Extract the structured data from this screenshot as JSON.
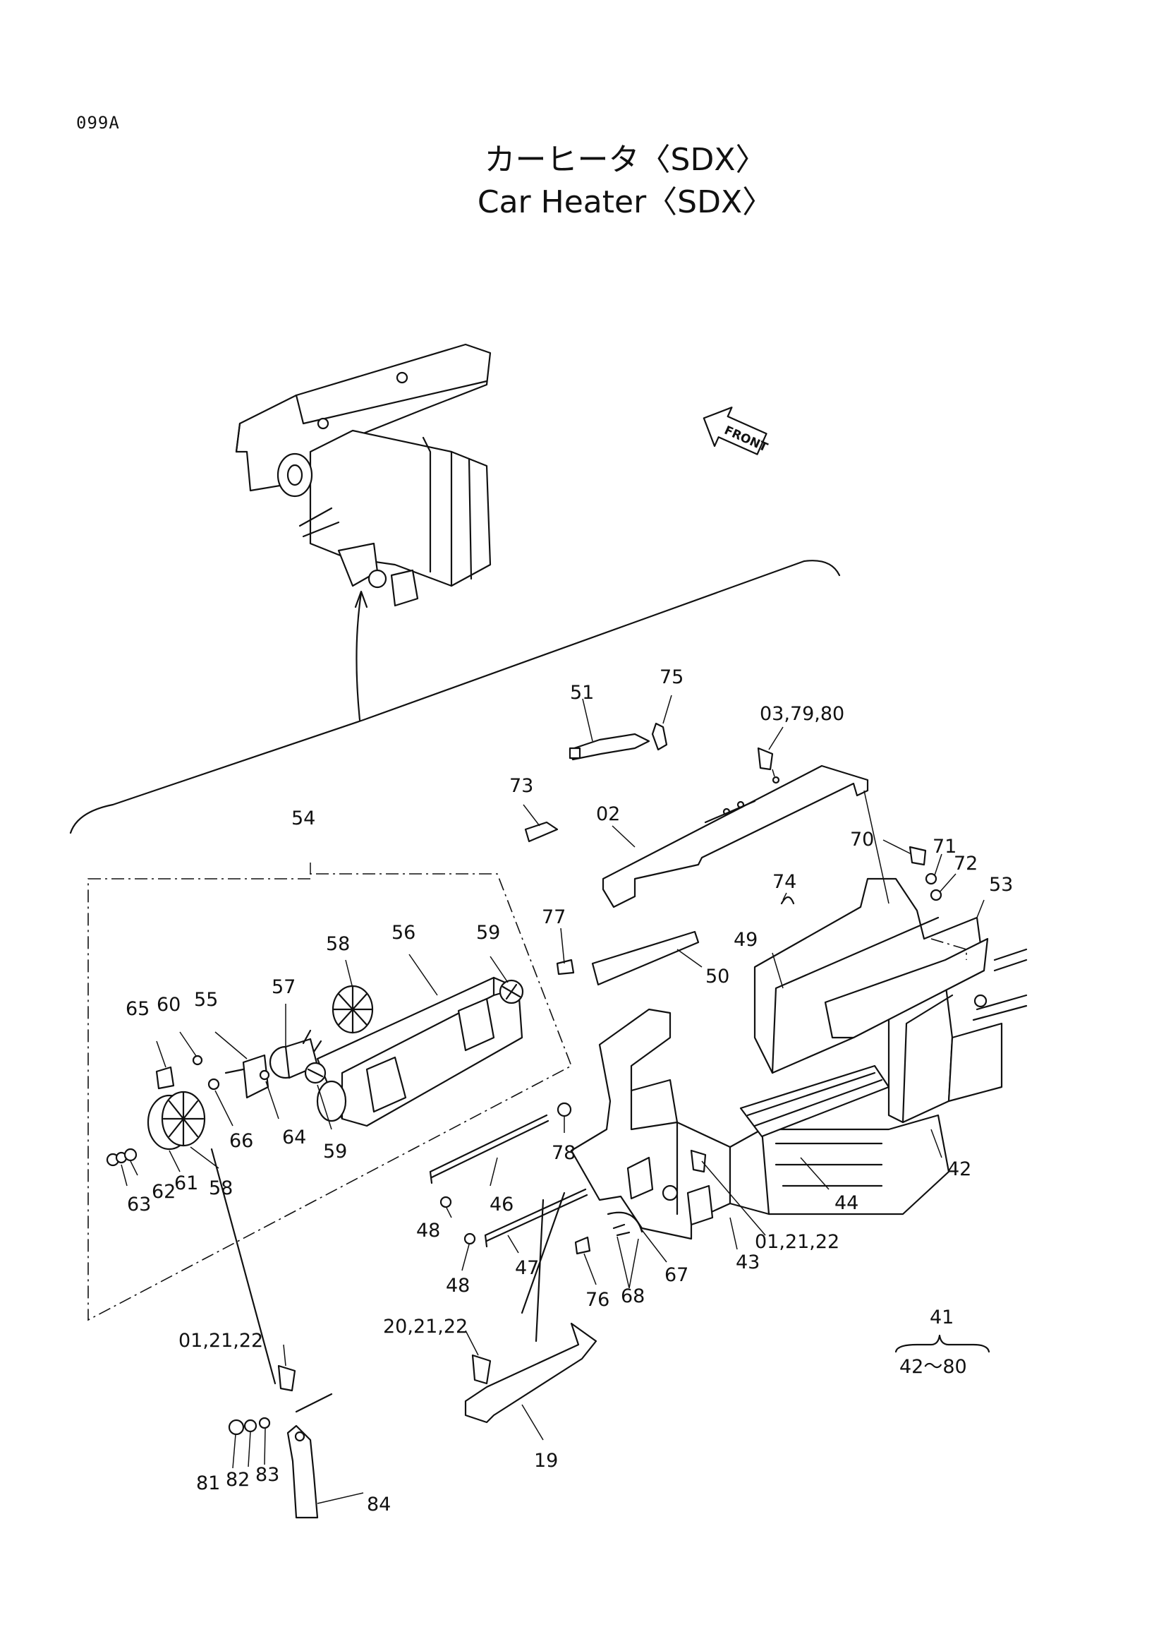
{
  "page_id": "099A",
  "title_jp": "カーヒータ〈SDX〉",
  "title_en": "Car Heater〈SDX〉",
  "front_label": "FRONT",
  "callouts": [
    {
      "id": "c01",
      "text": "51"
    },
    {
      "id": "c02",
      "text": "75"
    },
    {
      "id": "c03",
      "text": "03,79,80"
    },
    {
      "id": "c04",
      "text": "73"
    },
    {
      "id": "c05",
      "text": "02"
    },
    {
      "id": "c06",
      "text": "54"
    },
    {
      "id": "c07",
      "text": "70"
    },
    {
      "id": "c08",
      "text": "71"
    },
    {
      "id": "c09",
      "text": "72"
    },
    {
      "id": "c10",
      "text": "53"
    },
    {
      "id": "c11",
      "text": "74"
    },
    {
      "id": "c12",
      "text": "77"
    },
    {
      "id": "c13",
      "text": "49"
    },
    {
      "id": "c14",
      "text": "50"
    },
    {
      "id": "c15",
      "text": "58"
    },
    {
      "id": "c16",
      "text": "56"
    },
    {
      "id": "c17",
      "text": "59"
    },
    {
      "id": "c18",
      "text": "57"
    },
    {
      "id": "c19",
      "text": "65"
    },
    {
      "id": "c20",
      "text": "60"
    },
    {
      "id": "c21",
      "text": "55"
    },
    {
      "id": "c22",
      "text": "66"
    },
    {
      "id": "c23",
      "text": "64"
    },
    {
      "id": "c24",
      "text": "59"
    },
    {
      "id": "c25",
      "text": "61"
    },
    {
      "id": "c26",
      "text": "62"
    },
    {
      "id": "c27",
      "text": "63"
    },
    {
      "id": "c28",
      "text": "58"
    },
    {
      "id": "c29",
      "text": "78"
    },
    {
      "id": "c30",
      "text": "46"
    },
    {
      "id": "c31",
      "text": "48"
    },
    {
      "id": "c32",
      "text": "48"
    },
    {
      "id": "c33",
      "text": "47"
    },
    {
      "id": "c34",
      "text": "76"
    },
    {
      "id": "c35",
      "text": "68"
    },
    {
      "id": "c36",
      "text": "67"
    },
    {
      "id": "c37",
      "text": "43"
    },
    {
      "id": "c38",
      "text": "01,21,22"
    },
    {
      "id": "c39",
      "text": "44"
    },
    {
      "id": "c40",
      "text": "42"
    },
    {
      "id": "c41",
      "text": "41"
    },
    {
      "id": "c42",
      "text": "42〜80"
    },
    {
      "id": "c43",
      "text": "20,21,22"
    },
    {
      "id": "c44",
      "text": "19"
    },
    {
      "id": "c45",
      "text": "01,21,22"
    },
    {
      "id": "c46",
      "text": "81"
    },
    {
      "id": "c47",
      "text": "82"
    },
    {
      "id": "c48",
      "text": "83"
    },
    {
      "id": "c49",
      "text": "84"
    }
  ]
}
